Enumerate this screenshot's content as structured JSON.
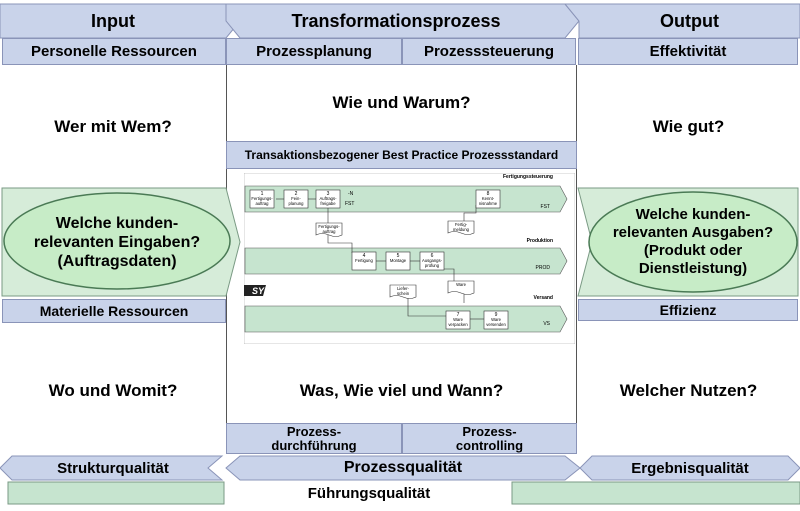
{
  "header": {
    "input": "Input",
    "transformation": "Transformationsprozess",
    "output": "Output"
  },
  "subheader": {
    "personnel": "Personelle Ressourcen",
    "planning": "Prozessplanung",
    "control": "Prozesssteuerung",
    "effectiveness": "Effektivität"
  },
  "questions": {
    "who": "Wer mit Wem?",
    "why": "Wie und Warum?",
    "how_good": "Wie gut?",
    "where": "Wo und Womit?",
    "what": "Was, Wie viel und Wann?",
    "benefit": "Welcher Nutzen?"
  },
  "standard_title": "Transaktionsbezogener Best Practice Prozessstandard",
  "ellipses": {
    "inputs": [
      "Welche kunden-",
      "relevanten Eingaben?",
      "(Auftragsdaten)"
    ],
    "outputs": [
      "Welche kunden-",
      "relevanten Ausgaben?",
      "(Produkt oder",
      "Dienstleistung)"
    ]
  },
  "mid_labels": {
    "material": "Materielle Ressourcen",
    "efficiency": "Effizienz"
  },
  "bottom": {
    "execution": [
      "Prozess-",
      "durchführung"
    ],
    "controlling": [
      "Prozess-",
      "controlling"
    ],
    "structure": "Strukturqualität",
    "process": "Prozessqualität",
    "result": "Ergebnisqualität",
    "leadership": "Führungsqualität"
  },
  "flow": {
    "logo": "SYCAT",
    "lanes": [
      {
        "title": "Fertigungssteuerung",
        "code": "FST"
      },
      {
        "title": "Produktion",
        "code": "PROD"
      },
      {
        "title": "Versand",
        "code": "VS"
      }
    ],
    "steps": [
      [
        "1",
        "Fertigungs-",
        "auftrag"
      ],
      [
        "2",
        "Fein-",
        "planung"
      ],
      [
        "3",
        "Auftrags-",
        "freigabe"
      ],
      [
        "8",
        "Kennt-",
        "nisnahme"
      ],
      [
        "4",
        "Fertigung"
      ],
      [
        "5",
        "Montage"
      ],
      [
        "6",
        "Ausgangs-",
        "prüfung"
      ],
      [
        "7",
        "Ware",
        "verpacken"
      ],
      [
        "9",
        "Ware",
        "versenden"
      ]
    ],
    "docs": [
      [
        "Fertigungs-",
        "auftrag"
      ],
      [
        "Fertig-",
        "meldung"
      ],
      [
        "Ware"
      ],
      [
        "Liefer-",
        "schein"
      ]
    ],
    "n_label": "-N"
  },
  "colors": {
    "band": "#c9d3ea",
    "green": "#d6ecd9",
    "ellipse": "#c7ecc7",
    "lane": "#c6e4cf"
  }
}
